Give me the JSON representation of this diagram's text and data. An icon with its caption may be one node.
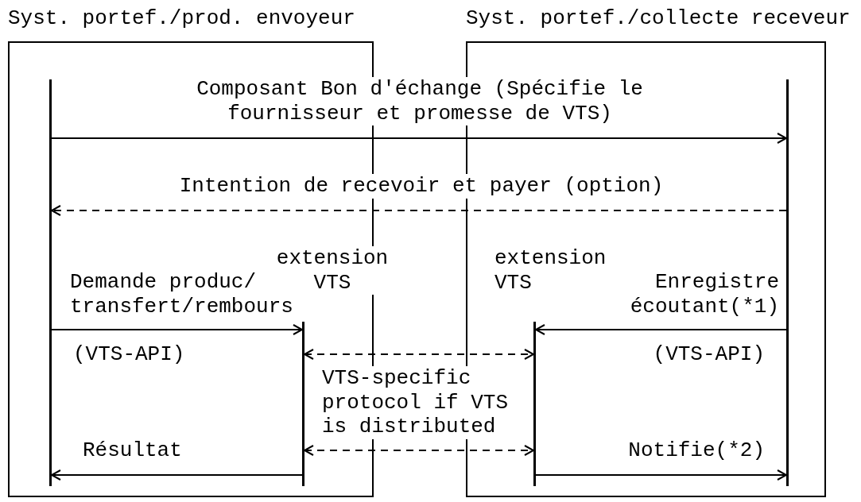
{
  "diagram": {
    "nodes": [
      {
        "text": [
          "Syst. portef./prod. envoyeur"
        ]
      },
      {
        "text": [],
        "shape": "bar",
        "in": 0
      },
      {
        "text": [],
        "shape": "bar",
        "in": 0,
        "beside": [
          "extension VTS"
        ]
      },
      {
        "text": [
          "Syst. portef./collecte receveur"
        ]
      },
      {
        "text": [],
        "shape": "bar",
        "in": 3,
        "beside": [
          "extension VTS"
        ]
      },
      {
        "text": [],
        "shape": "bar",
        "in": 3
      }
    ],
    "edges": [
      {
        "from": 1,
        "to": 5,
        "arrow": "to",
        "label": "Composant Bon d'échange (Spécifie le fournisseur et promesse de VTS)"
      },
      {
        "from": 5,
        "to": 1,
        "arrow": "to",
        "style": "dashed",
        "label": "Intention de recevoir et payer (option)"
      },
      {
        "from": 1,
        "to": 2,
        "arrow": "to",
        "label": "Demande produc/ transfert/rembours"
      },
      {
        "from": 5,
        "to": 4,
        "arrow": "to",
        "label": "Enregistre écoutant(*1)"
      },
      {
        "from": 2,
        "to": 4,
        "arrow": "both",
        "style": "dashed"
      },
      {
        "from": 2,
        "to": 4,
        "arrow": "both",
        "style": "dashed"
      },
      {
        "from": 2,
        "to": 1,
        "arrow": "to",
        "label": "Résultat"
      },
      {
        "from": 4,
        "to": 5,
        "arrow": "to",
        "label": "Notifie(*2)"
      }
    ],
    "labels": [
      "(VTS-API)",
      "(VTS-API)",
      "VTS-specific protocol if VTS is distributed"
    ]
  }
}
